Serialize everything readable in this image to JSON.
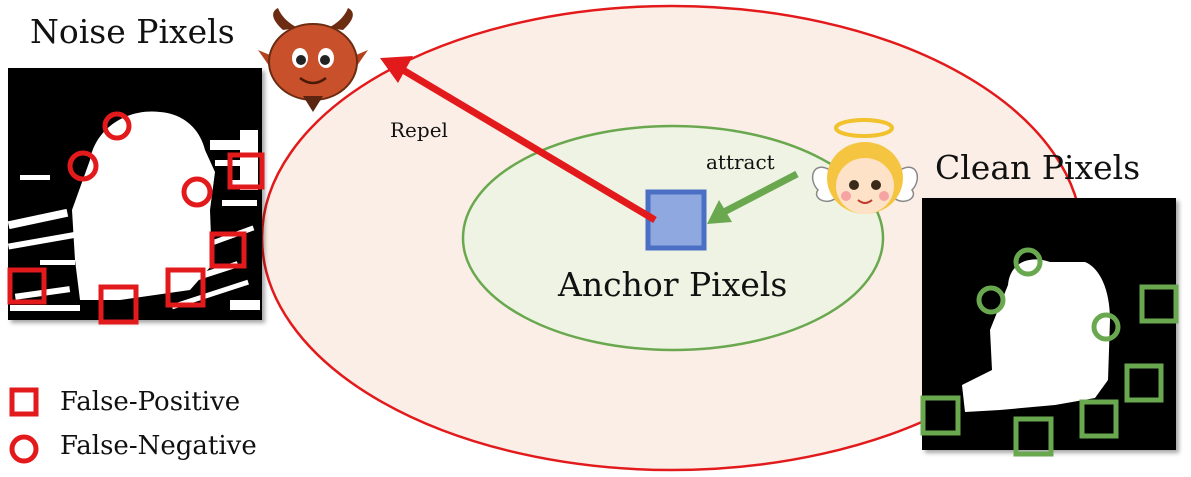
{
  "labels": {
    "noise_pixels": "Noise Pixels",
    "clean_pixels": "Clean Pixels",
    "anchor_pixels": "Anchor Pixels",
    "repel": "Repel",
    "attract": "attract"
  },
  "legend": {
    "false_positive": "False-Positive",
    "false_negative": "False-Negative"
  },
  "colors": {
    "noise": "#e31a1c",
    "clean": "#6aa84f",
    "anchor_fill": "#8fa9e0",
    "anchor_border": "#4a6fc4",
    "outer_fill": "#fbeee6",
    "inner_fill": "#eef3e3"
  },
  "icons": {
    "devil": "devil-face-icon",
    "angel": "angel-face-icon"
  }
}
